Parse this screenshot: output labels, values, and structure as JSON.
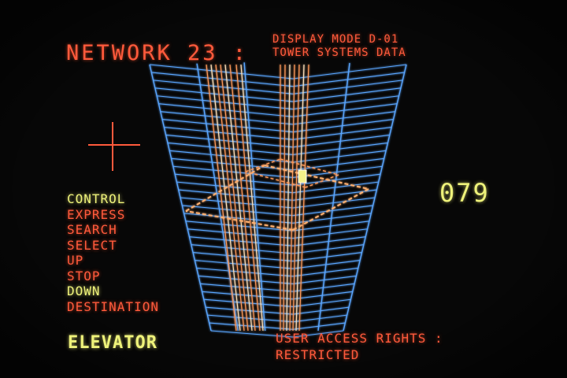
{
  "header": {
    "title": "NETWORK 23 :",
    "display_mode": "DISPLAY MODE D-01",
    "subtitle": "TOWER SYSTEMS DATA"
  },
  "menu": {
    "items": [
      {
        "label": "CONTROL",
        "highlighted": true
      },
      {
        "label": "EXPRESS",
        "highlighted": false
      },
      {
        "label": "SEARCH",
        "highlighted": false
      },
      {
        "label": "SELECT",
        "highlighted": false
      },
      {
        "label": "UP",
        "highlighted": false
      },
      {
        "label": "STOP",
        "highlighted": false
      },
      {
        "label": "DOWN",
        "highlighted": true
      },
      {
        "label": "DESTINATION",
        "highlighted": false
      }
    ]
  },
  "floor_readout": "079",
  "module_label": "ELEVATOR",
  "access": {
    "label": "USER ACCESS RIGHTS :",
    "value": "RESTRICTED"
  },
  "icons": {
    "crosshair": "crosshair-icon"
  },
  "colors": {
    "background": "#070707",
    "text_orange": "#ff5a3c",
    "text_yellow": "#eef27a",
    "grid_blue": "#5aa6ff",
    "shaft_orange": "#ff9a5a"
  }
}
